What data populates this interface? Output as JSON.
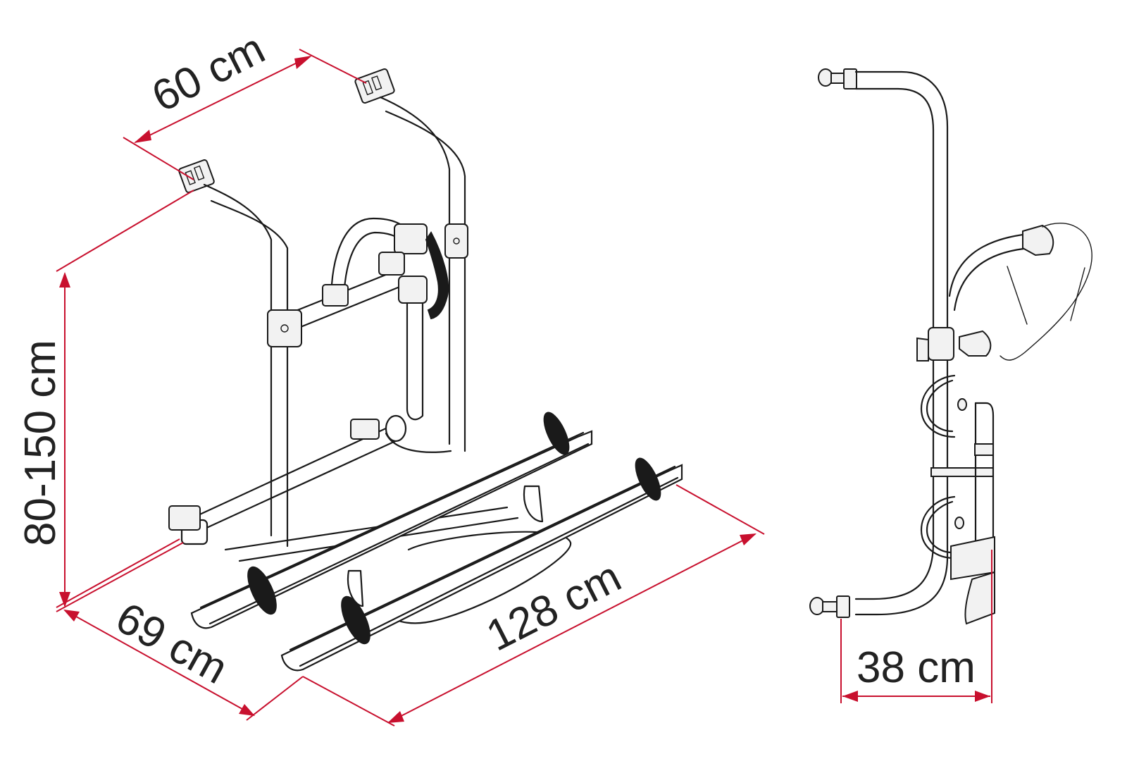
{
  "diagram": {
    "colors": {
      "dimension_line": "#c8102e",
      "drawing_line": "#1a1a1a",
      "text": "#222222",
      "background": "#ffffff"
    },
    "dimensions": {
      "width_top": "60 cm",
      "height": "80-150 cm",
      "depth": "69 cm",
      "length": "128 cm",
      "side_depth": "38 cm"
    }
  }
}
